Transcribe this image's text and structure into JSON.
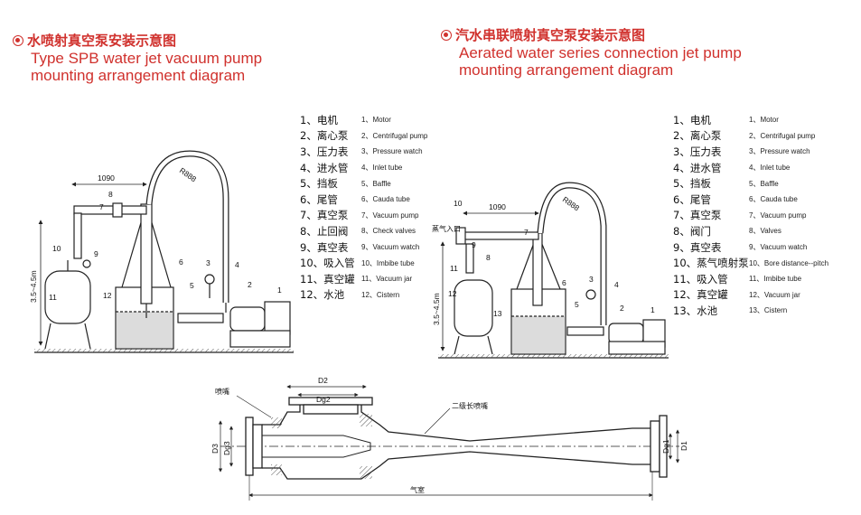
{
  "left": {
    "title_cn": "水喷射真空泵安装示意图",
    "title_en_1": "Type SPB water jet vacuum pump",
    "title_en_2": "mounting arrangement diagram",
    "dim_horizontal": "1090",
    "dim_vertical": "3.5~4.5m",
    "radius": "R888",
    "legend": [
      {
        "cn": "1、电机",
        "en": "1、Motor"
      },
      {
        "cn": "2、离心泵",
        "en": "2、Centrifugal pump"
      },
      {
        "cn": "3、压力表",
        "en": "3、Pressure watch"
      },
      {
        "cn": "4、进水管",
        "en": "4、Inlet tube"
      },
      {
        "cn": "5、挡板",
        "en": "5、Baffle"
      },
      {
        "cn": "6、尾管",
        "en": "6、Cauda tube"
      },
      {
        "cn": "7、真空泵",
        "en": "7、Vacuum pump"
      },
      {
        "cn": "8、止回阀",
        "en": "8、Check valves"
      },
      {
        "cn": "9、真空表",
        "en": "9、Vacuum watch"
      },
      {
        "cn": "10、吸入管",
        "en": "10、Imbibe tube"
      },
      {
        "cn": "11、真空罐",
        "en": "11、Vacuum jar"
      },
      {
        "cn": "12、水池",
        "en": "12、Cistern"
      }
    ]
  },
  "right": {
    "title_cn": "汽水串联喷射真空泵安装示意图",
    "title_en_1": "Aerated water series connection jet pump",
    "title_en_2": "mounting arrangement diagram",
    "dim_horizontal": "1090",
    "dim_vertical": "3.5~4.5m",
    "radius": "R888",
    "steam_inlet": "蒸气入口",
    "legend": [
      {
        "cn": "1、电机",
        "en": "1、Motor"
      },
      {
        "cn": "2、离心泵",
        "en": "2、Centrifugal pump"
      },
      {
        "cn": "3、压力表",
        "en": "3、Pressure watch"
      },
      {
        "cn": "4、进水管",
        "en": "4、Inlet tube"
      },
      {
        "cn": "5、挡板",
        "en": "5、Baffle"
      },
      {
        "cn": "6、尾管",
        "en": "6、Cauda tube"
      },
      {
        "cn": "7、真空泵",
        "en": "7、Vacuum pump"
      },
      {
        "cn": "8、阀门",
        "en": "8、Valves"
      },
      {
        "cn": "9、真空表",
        "en": "9、Vacuum watch"
      },
      {
        "cn": "10、蒸气喷射泵",
        "en": "10、Bore distance--pitch"
      },
      {
        "cn": "11、吸入管",
        "en": "11、Imbibe tube"
      },
      {
        "cn": "12、真空罐",
        "en": "12、Vacuum jar"
      },
      {
        "cn": "13、水池",
        "en": "13、Cistern"
      }
    ]
  },
  "section": {
    "nozzle": "喷嘴",
    "second_nozzle": "二级长喷嘴",
    "chamber": "气室",
    "d2": "D2",
    "dg2": "Dg2",
    "d3": "D3",
    "dg3": "Dg3",
    "dg1": "Dg1",
    "d1": "D1"
  },
  "numbers": {
    "n1": "1",
    "n2": "2",
    "n3": "3",
    "n4": "4",
    "n5": "5",
    "n6": "6",
    "n7": "7",
    "n8": "8",
    "n9": "9",
    "n10": "10",
    "n11": "11",
    "n12": "12",
    "n13": "13"
  },
  "colors": {
    "title": "#d0312d",
    "line": "#222222",
    "water": "#dcdcdc"
  }
}
